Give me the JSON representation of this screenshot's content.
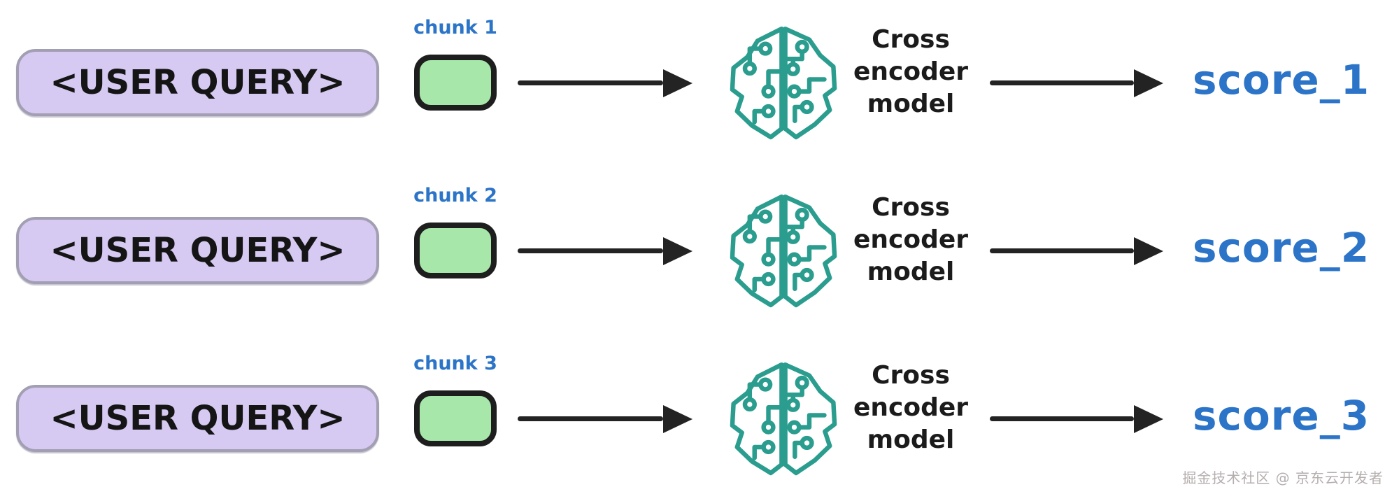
{
  "colors": {
    "query_fill": "#d6c9f2",
    "query_border": "#a29fb3",
    "chunk_fill": "#a7e8aa",
    "chunk_border": "#1e1e1e",
    "arrow": "#232323",
    "model_text": "#1b1b1b",
    "brain_teal": "#2a9d8f",
    "accent_blue": "#2b74c8",
    "watermark_gray": "#b5aeae"
  },
  "diagram": {
    "rows": [
      {
        "query_label": "<USER QUERY>",
        "chunk_label": "chunk 1",
        "model_lines": [
          "Cross",
          "encoder",
          "model"
        ],
        "score_label": "score_1"
      },
      {
        "query_label": "<USER QUERY>",
        "chunk_label": "chunk 2",
        "model_lines": [
          "Cross",
          "encoder",
          "model"
        ],
        "score_label": "score_2"
      },
      {
        "query_label": "<USER QUERY>",
        "chunk_label": "chunk 3",
        "model_lines": [
          "Cross",
          "encoder",
          "model"
        ],
        "score_label": "score_3"
      }
    ],
    "watermark": "掘金技术社区 @ 京东云开发者"
  }
}
